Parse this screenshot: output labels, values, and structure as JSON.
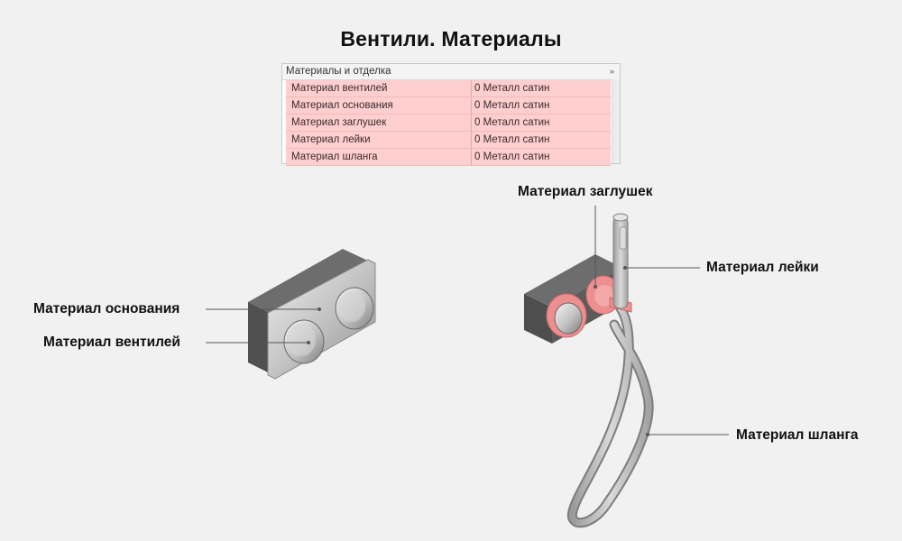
{
  "title": "Вентили. Материалы",
  "properties_panel": {
    "header": "Материалы и отделка",
    "collapse_glyph": "»",
    "rows": [
      {
        "name": "Материал вентилей",
        "value": "0 Металл сатин"
      },
      {
        "name": "Материал основания",
        "value": "0 Металл сатин"
      },
      {
        "name": "Материал заглушек",
        "value": "0 Металл сатин"
      },
      {
        "name": "Материал лейки",
        "value": "0 Металл сатин"
      },
      {
        "name": "Материал шланга",
        "value": "0 Металл сатин"
      }
    ],
    "highlight_color": "#ffcfcf"
  },
  "callouts": {
    "base": "Материал основания",
    "valves": "Материал вентилей",
    "caps": "Материал заглушек",
    "shower_head": "Материал лейки",
    "hose": "Материал шланга"
  },
  "colors": {
    "background": "#f1f1f1",
    "base_dark": "#5a5a5a",
    "metal": "#c9c9c9",
    "cap_highlight": "#ee8f8f"
  }
}
